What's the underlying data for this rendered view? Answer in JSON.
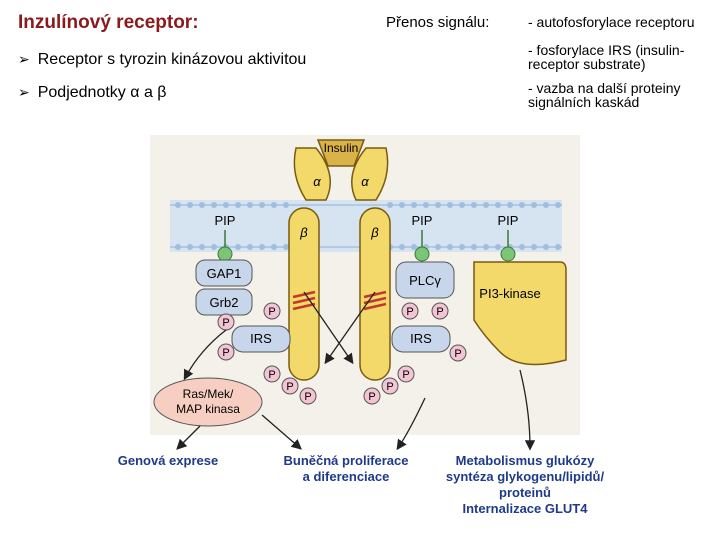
{
  "slide": {
    "title": "Inzulínový receptor:",
    "bullets": [
      "Receptor s tyrozin kinázovou aktivitou",
      "Podjednotky α a β"
    ],
    "signal_heading": "Přenos signálu:",
    "signal_items": [
      {
        "line1": "- autofosforylace receptoru",
        "line2": ""
      },
      {
        "line1": "- fosforylace IRS (insulin-",
        "line2": "receptor substrate)"
      },
      {
        "line1": "- vazba na další proteiny",
        "line2": "signálních kaskád"
      }
    ]
  },
  "diagram": {
    "insulin": "Insulin",
    "alpha": "α",
    "beta": "β",
    "pip": "PIP",
    "gap1": "GAP1",
    "grb2": "Grb2",
    "irs": "IRS",
    "p": "P",
    "plc": "PLCγ",
    "pi3k": "PI3-kinase",
    "ras_line1": "Ras/Mek/",
    "ras_line2": "MAP kinasa",
    "out_gene": "Genová exprese",
    "out_prolif_1": "Buněčná proliferace",
    "out_prolif_2": "a diferenciace",
    "out_meta_1": "Metabolismus glukózy",
    "out_meta_2": "syntéza glykogenu/lipidů/",
    "out_meta_3": "proteinů",
    "out_meta_4": "Internalizace GLUT4"
  },
  "colors": {
    "title": "#8b1a1a",
    "labels": "#1f3a8a",
    "receptor": "#f3d86a",
    "insulin": "#d9b24a",
    "membrane": "#bcd3ea",
    "adapter": "#c7d6ea",
    "phospho": "#f2c4d4",
    "ras": "#f6cfc2"
  }
}
